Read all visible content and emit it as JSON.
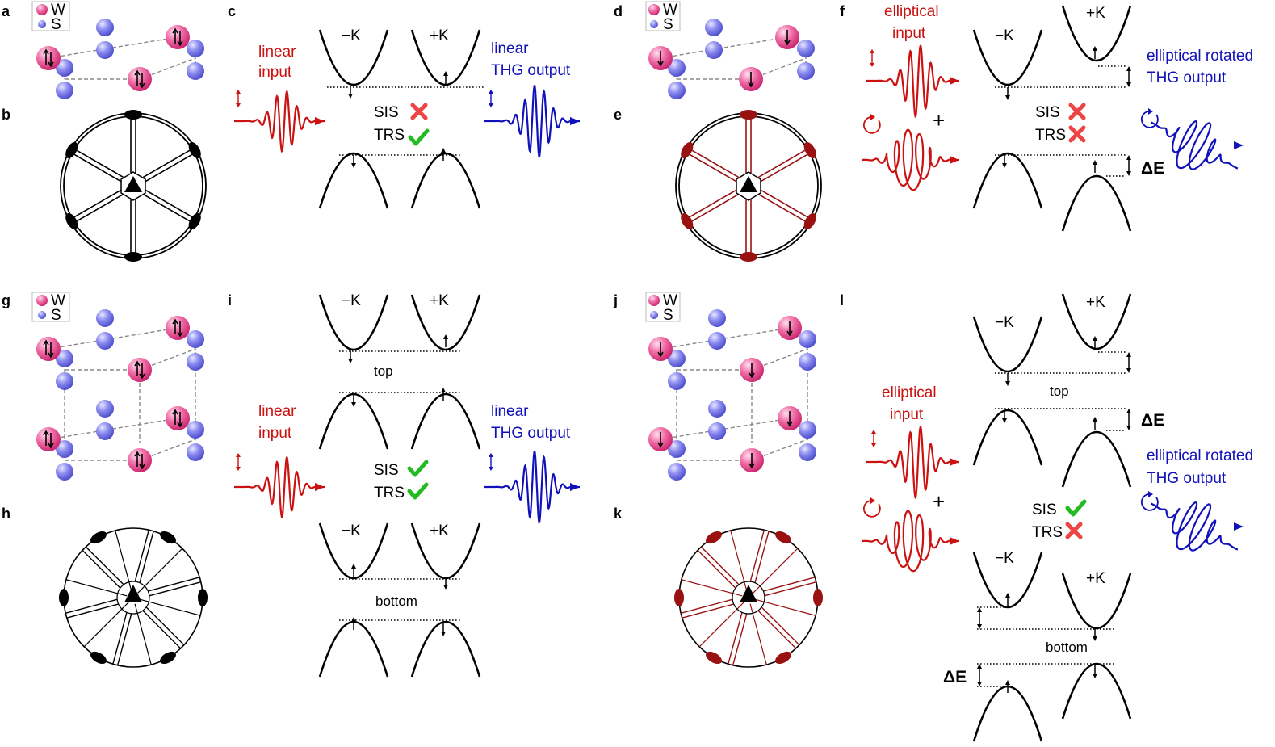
{
  "panel_labels": [
    "a",
    "b",
    "c",
    "d",
    "e",
    "f",
    "g",
    "h",
    "i",
    "j",
    "k",
    "l"
  ],
  "legend": {
    "w": "W",
    "s": "S"
  },
  "valley": {
    "minus": "−K",
    "plus": "+K"
  },
  "symmetry": {
    "sis": "SIS",
    "trs": "TRS"
  },
  "c": {
    "input1": "linear",
    "input2": "input",
    "output1": "linear",
    "output2": "THG output"
  },
  "f": {
    "input1": "elliptical",
    "input2": "input",
    "output1": "elliptical rotated",
    "output2": "THG output",
    "plus": "+",
    "delta": "ΔE"
  },
  "i": {
    "input1": "linear",
    "input2": "input",
    "output1": "linear",
    "output2": "THG output",
    "top": "top",
    "bottom": "bottom"
  },
  "l": {
    "input1": "elliptical",
    "input2": "input",
    "output1": "elliptical rotated",
    "output2": "THG output",
    "plus": "+",
    "top": "top",
    "bottom": "bottom",
    "delta_top": "ΔE",
    "delta_bottom": "ΔE"
  },
  "colors": {
    "red": "#cc1111",
    "blue": "#1111bb",
    "green": "#22bb22",
    "cross": "#ee4444",
    "w_atom": "#e0307a",
    "s_atom": "#6a6ae0",
    "dark_red": "#991111"
  }
}
